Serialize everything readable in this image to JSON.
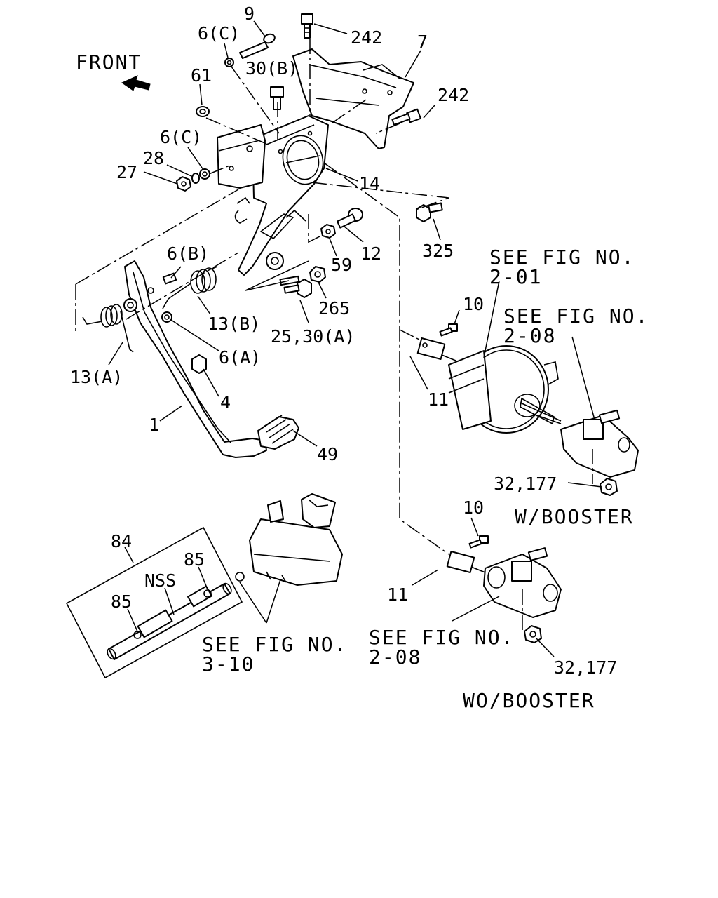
{
  "direction_label": "FRONT",
  "callouts": {
    "p9": "9",
    "p242_top": "242",
    "p6c_top": "6(C)",
    "p7": "7",
    "p61": "61",
    "p30b": "30(B)",
    "p242_right": "242",
    "p6c_mid": "6(C)",
    "p28": "28",
    "p27": "27",
    "p14": "14",
    "p325": "325",
    "p12": "12",
    "p59": "59",
    "p6b": "6(B)",
    "p265": "265",
    "p13b": "13(B)",
    "p25_30a": "25,30(A)",
    "p6a": "6(A)",
    "p13a": "13(A)",
    "p4": "4",
    "p1": "1",
    "p49": "49",
    "p10_top": "10",
    "p11_top": "11",
    "p32_177_top": "32,177",
    "p84": "84",
    "p85_a": "85",
    "p85_b": "85",
    "nss": "NSS",
    "p10_bot": "10",
    "p11_bot": "11",
    "p32_177_bot": "32,177"
  },
  "references": {
    "fig_2_01_line1": "SEE FIG NO.",
    "fig_2_01_line2": "2-01",
    "fig_2_08_top_line1": "SEE FIG NO.",
    "fig_2_08_top_line2": "2-08",
    "fig_3_10_line1": "SEE FIG NO.",
    "fig_3_10_line2": "3-10",
    "fig_2_08_bot_line1": "SEE FIG NO.",
    "fig_2_08_bot_line2": "2-08"
  },
  "variants": {
    "with_booster": "W/BOOSTER",
    "without_booster": "WO/BOOSTER"
  }
}
